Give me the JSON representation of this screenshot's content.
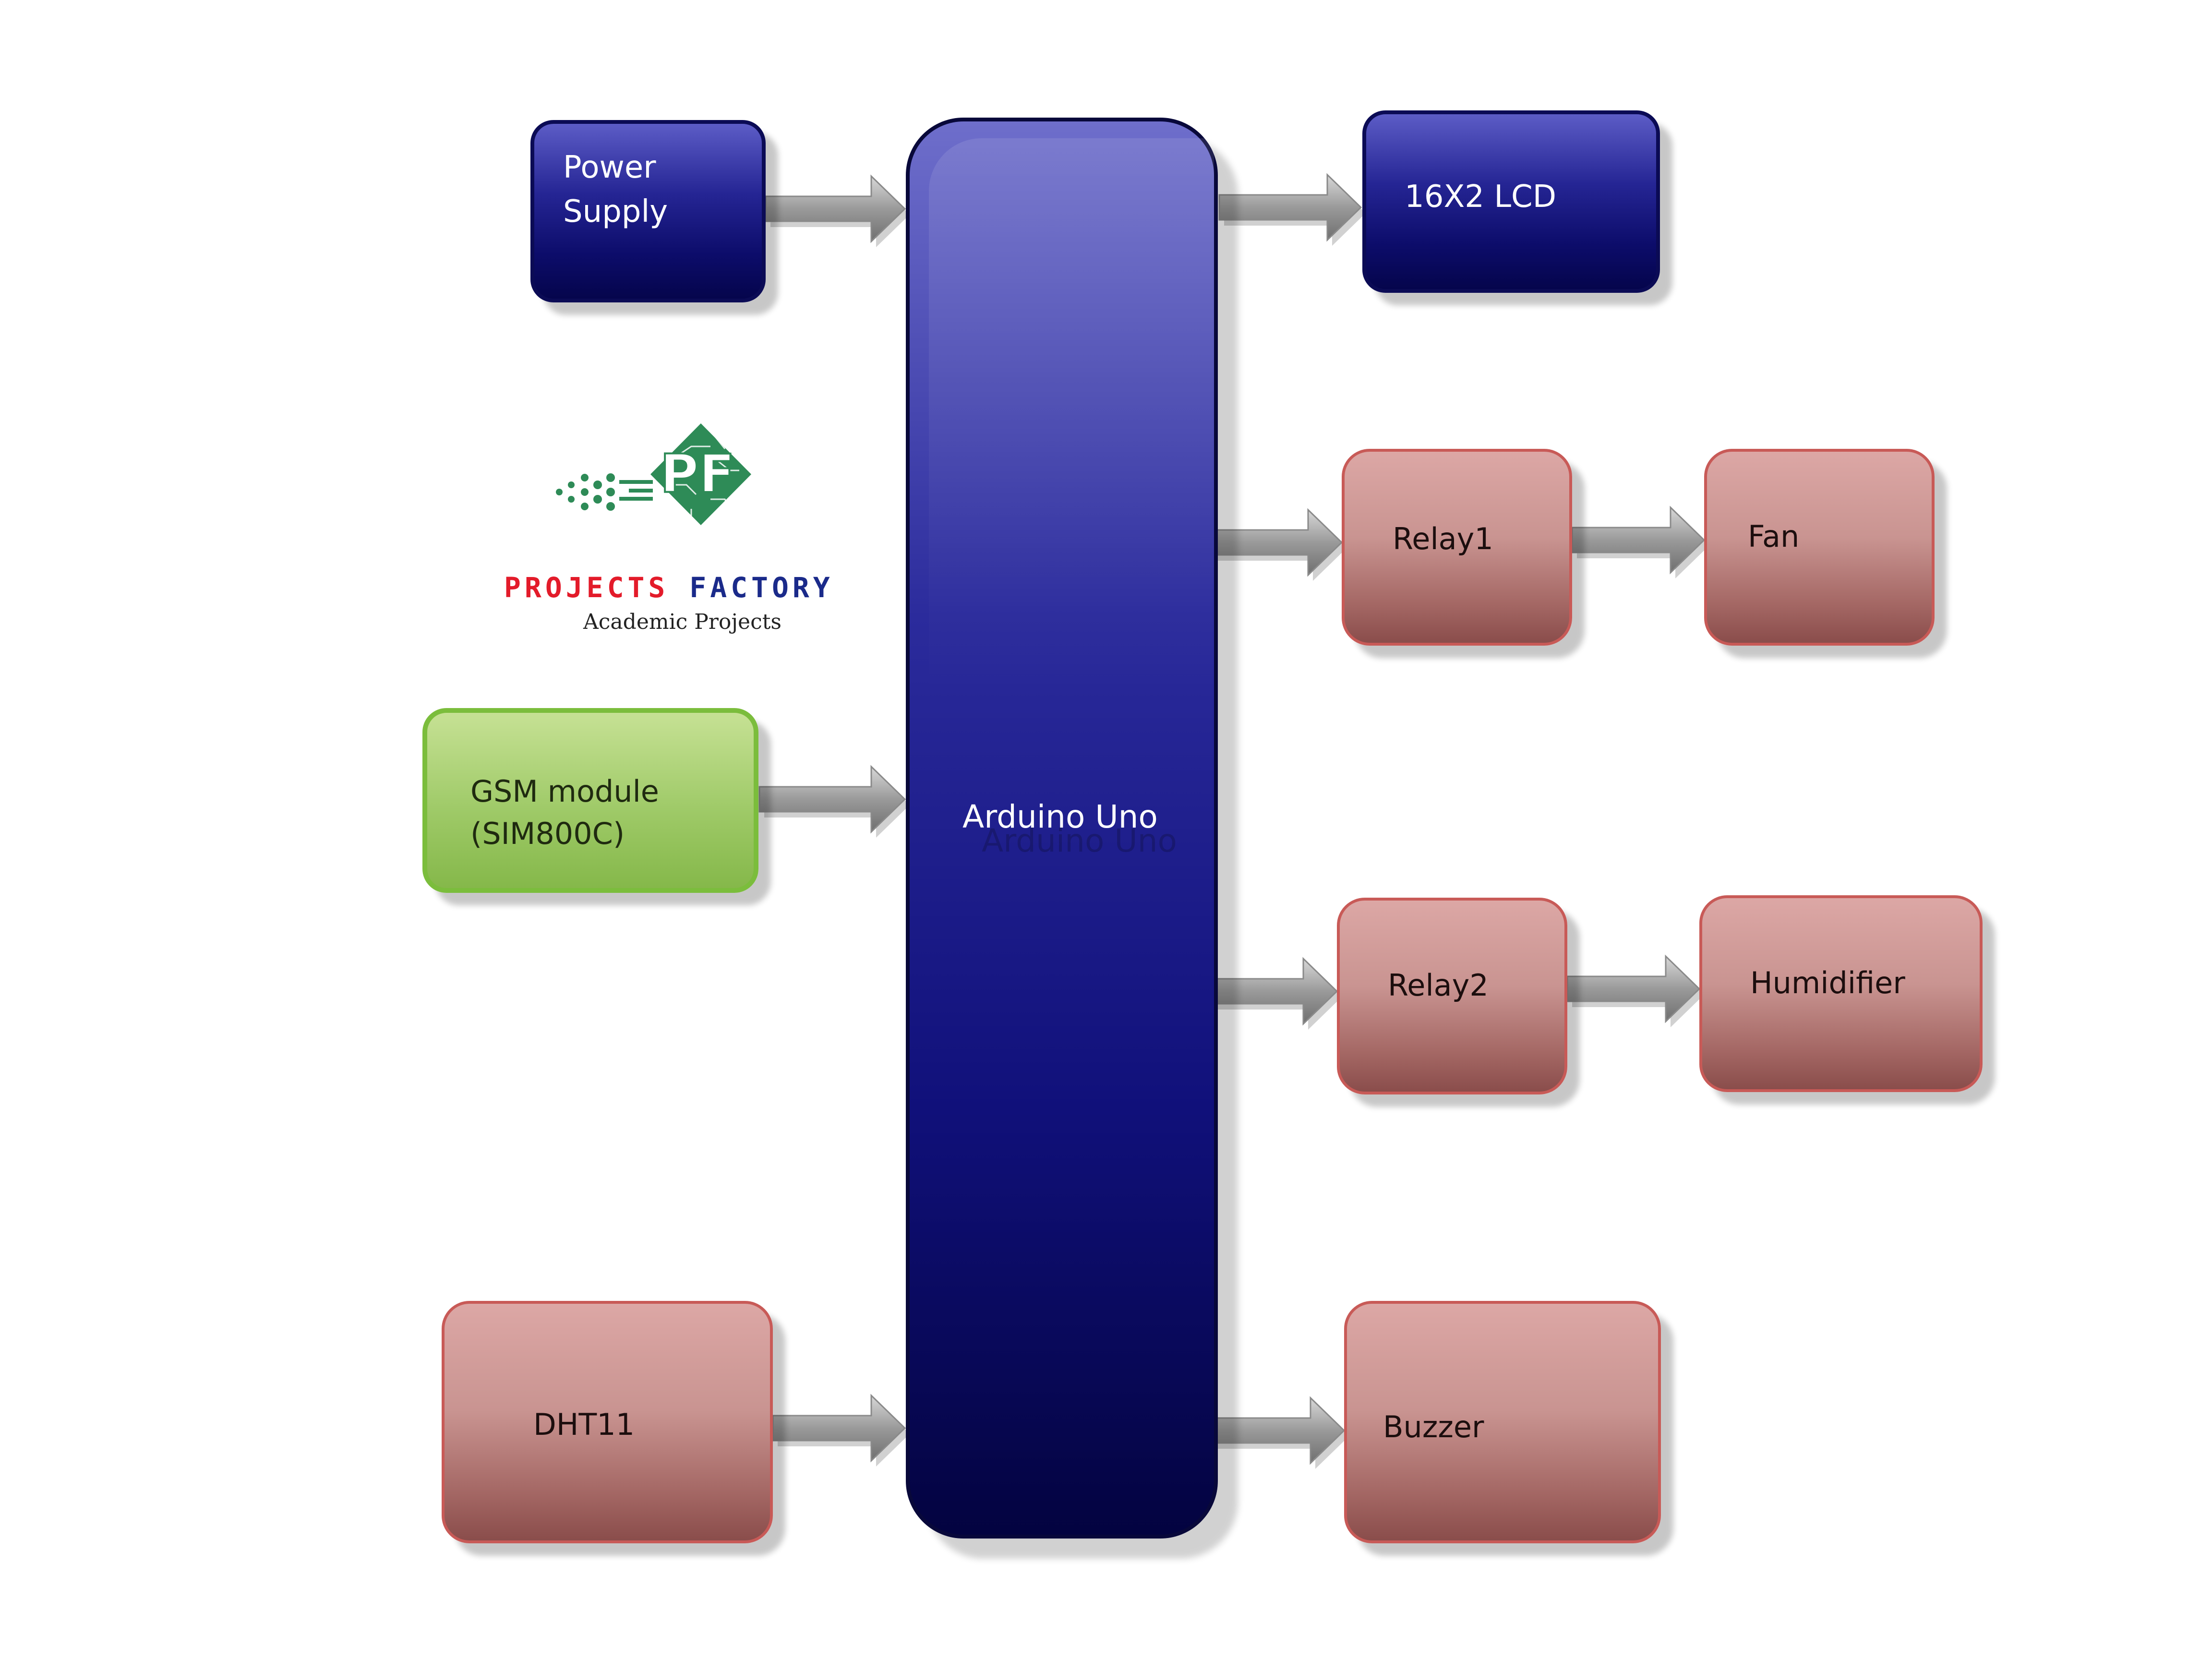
{
  "blocks": {
    "power_supply": "Power\nSupply",
    "lcd": "16X2 LCD",
    "gsm": "GSM module\n(SIM800C)",
    "dht11": "DHT11",
    "arduino": "Arduino  Uno",
    "relay1": "Relay1",
    "fan": "Fan",
    "relay2": "Relay2",
    "humidifier": "Humidifier",
    "buzzer": "Buzzer"
  },
  "logo": {
    "monogram": "PF",
    "name_part1": "PROJECTS ",
    "name_part2": "FACTORY",
    "tagline": "Academic Projects"
  },
  "colors": {
    "blue_block": "#14147a",
    "red_block": "#c48d8a",
    "green_block": "#9fca68",
    "arrow": "#9a9a9a",
    "logo_green": "#2e8b57",
    "logo_red": "#e31b2a",
    "logo_navy": "#1a2a8a"
  }
}
